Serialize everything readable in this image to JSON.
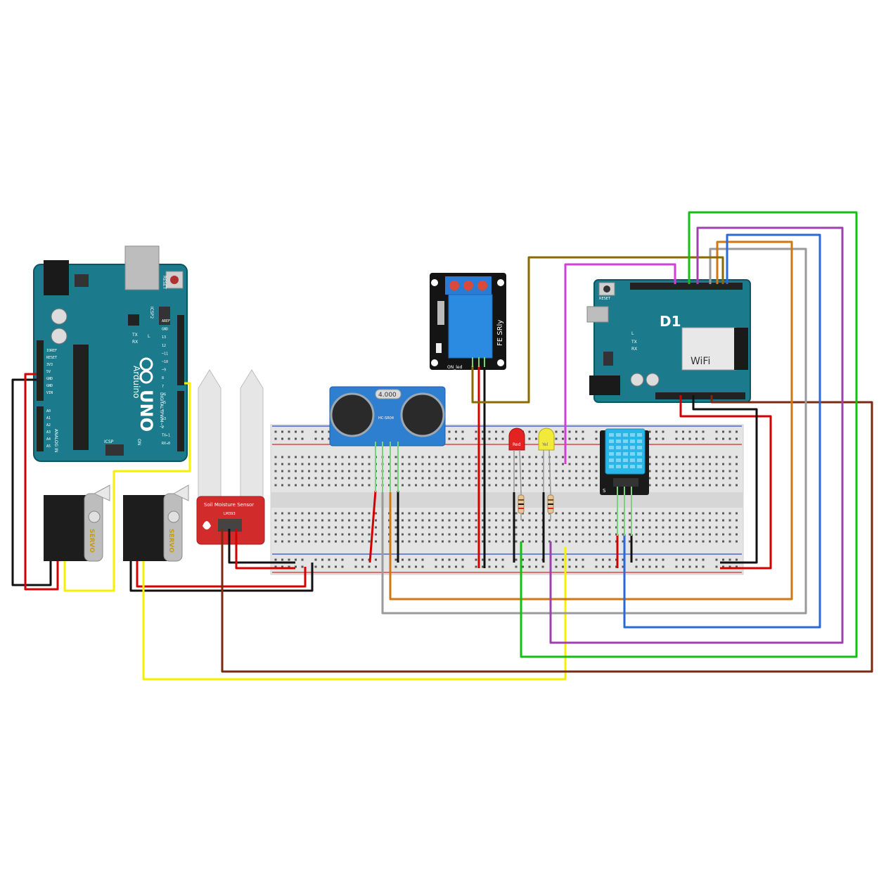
{
  "uno": {
    "brand": "Arduino",
    "model": "UNO",
    "reset_label": "RESET",
    "icsp_top": "ICSP2",
    "icsp_bottom": "ICSP",
    "on_label": "ON",
    "tx_label": "TX",
    "rx_label": "RX",
    "l_label": "L",
    "digital_label": "DIGITAL (PWM~)",
    "analog_label": "ANALOG IN",
    "power_pins": [
      "IOREF",
      "RESET",
      "3V3",
      "5V",
      "GND",
      "GND",
      "VIN"
    ],
    "analog_pins": [
      "A0",
      "A1",
      "A2",
      "A3",
      "A4",
      "A5"
    ],
    "digital_pins": [
      "AREF",
      "GND",
      "13",
      "12",
      "~11",
      "~10",
      "~9",
      "8",
      "7",
      "~6",
      "~5",
      "4",
      "~3",
      "2",
      "TX▸1",
      "RX◂0"
    ]
  },
  "servo_left": {
    "label": "SERVO"
  },
  "servo_right": {
    "label": "SERVO"
  },
  "soil_sensor": {
    "label": "Soil Moisture Sensor",
    "chip_label": "LM393"
  },
  "ultrasonic": {
    "crystal": "4.000",
    "model": "HC-SR04"
  },
  "relay": {
    "label": "FE SRly",
    "led_label": "ON_led"
  },
  "led_red": {
    "label": "Red"
  },
  "led_yellow": {
    "label": "Yel"
  },
  "dht": {
    "pin_label": "S"
  },
  "d1": {
    "title": "D1",
    "wifi_text": "WiFi",
    "reset_label": "RESET",
    "l_label": "L",
    "tx_label": "TX",
    "rx_label": "RX"
  },
  "colors": {
    "arduino_blue": "#1b7a8c",
    "breadboard_body": "#e4e4e4",
    "rail_red": "#d9262b",
    "rail_blue": "#2a4ad1",
    "wire_red": "#d40000",
    "wire_black": "#111111",
    "wire_yellow": "#f5f000",
    "wire_brown": "#7a2a10",
    "wire_olive": "#8b6a00",
    "wire_magenta": "#d040d8",
    "wire_green": "#12c012",
    "wire_purple": "#a040b0",
    "wire_blue": "#2a6ad8",
    "wire_orange": "#d07810",
    "wire_gray": "#9a9a9a",
    "led_red": "#e32222",
    "led_yellow": "#f2ea3a",
    "dht_blue": "#29b6e8",
    "sensor_red": "#d22b2b"
  }
}
